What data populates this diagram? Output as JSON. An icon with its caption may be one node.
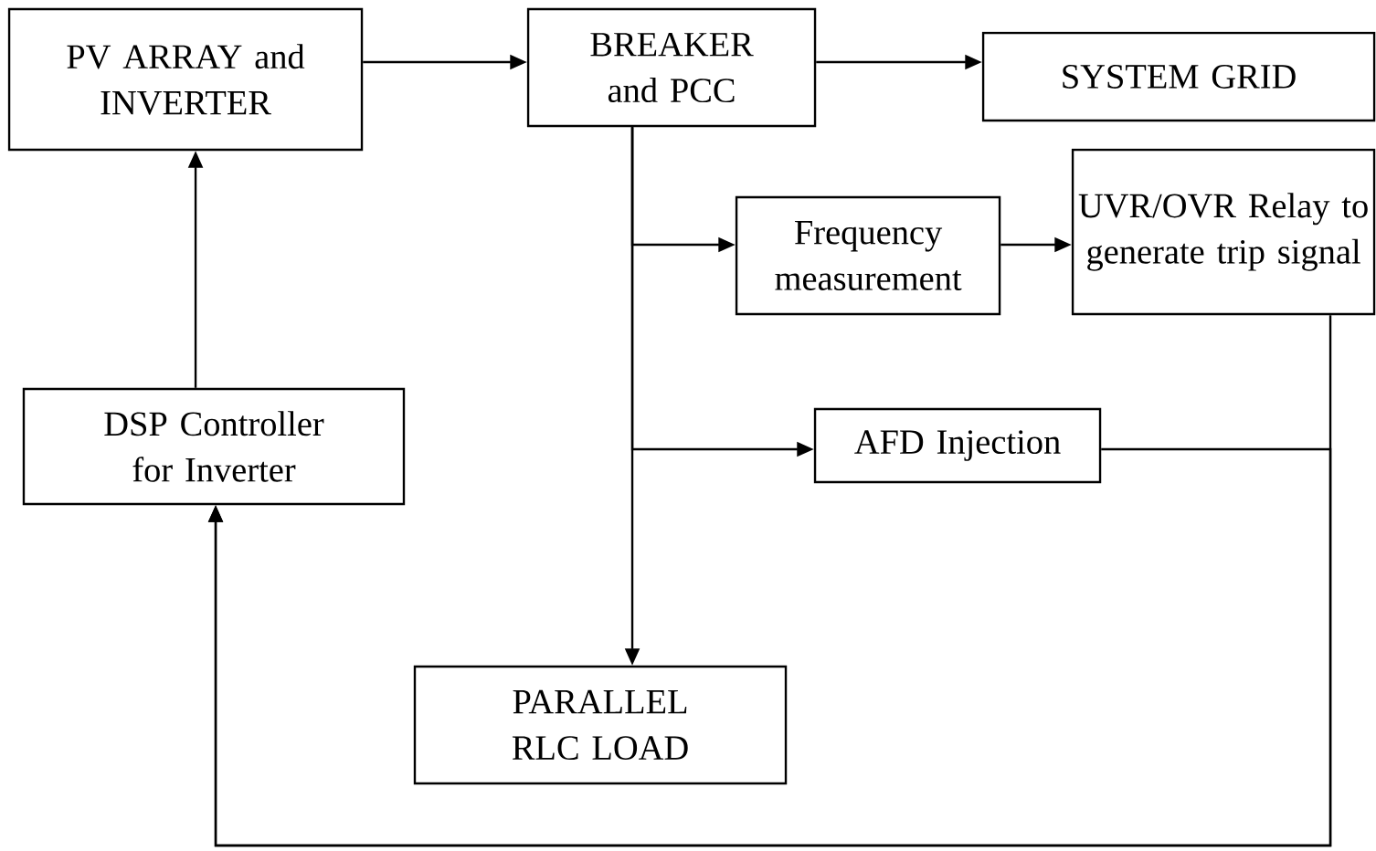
{
  "diagram": {
    "nodes": [
      {
        "text": [
          "PV ARRAY and INVERTER"
        ]
      },
      {
        "text": [
          "BREAKER and PCC"
        ]
      },
      {
        "text": [
          "SYSTEM GRID"
        ]
      },
      {
        "text": [
          "Frequency measurement"
        ]
      },
      {
        "text": [
          "UVR/OVR Relay to generate trip signal"
        ]
      },
      {
        "text": [
          "DSP Controller for Inverter"
        ]
      },
      {
        "text": [
          "AFD Injection"
        ]
      },
      {
        "text": [
          "PARALLEL RLC LOAD"
        ]
      }
    ],
    "edges": [
      {
        "from": 0,
        "to": 1,
        "arrow": "to"
      },
      {
        "from": 1,
        "to": 2,
        "arrow": "to"
      },
      {
        "from": 1,
        "to": 3,
        "arrow": "to"
      },
      {
        "from": 1,
        "to": 6,
        "arrow": "to"
      },
      {
        "from": 1,
        "to": 7,
        "arrow": "to"
      },
      {
        "from": 3,
        "to": 4,
        "arrow": "to"
      },
      {
        "from": 4,
        "to": 5,
        "arrow": "to"
      },
      {
        "from": 6,
        "to": 5,
        "arrow": "to"
      },
      {
        "from": 5,
        "to": 0,
        "arrow": "to"
      }
    ]
  }
}
